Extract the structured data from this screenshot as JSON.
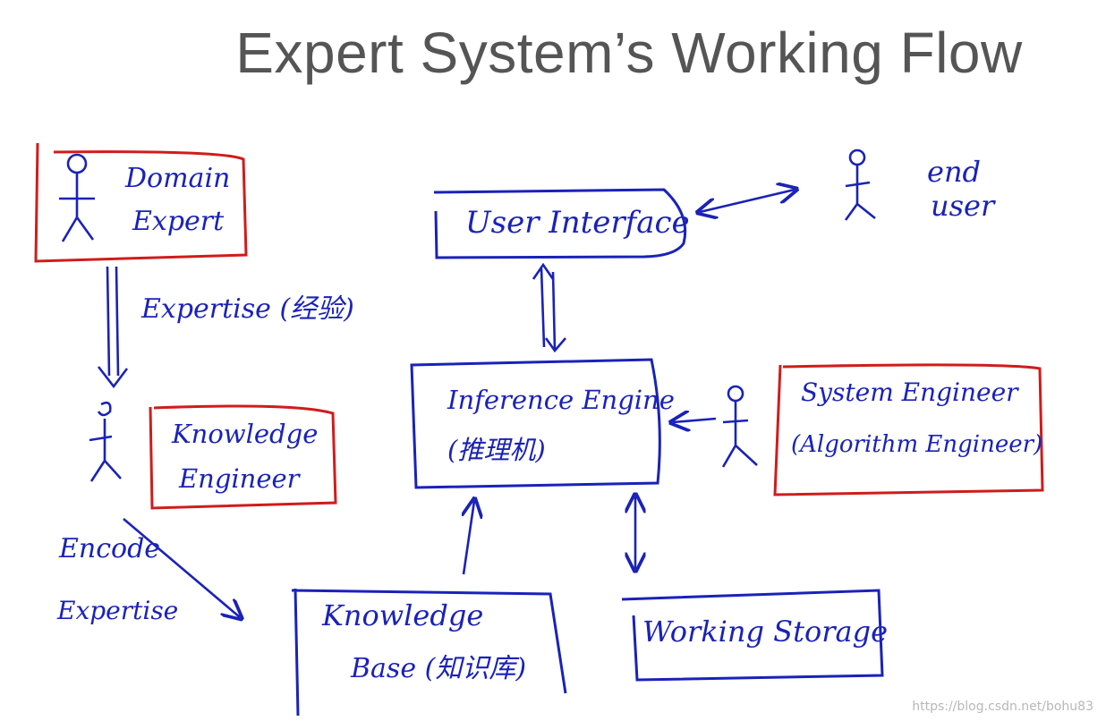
{
  "title": "Expert System’s Working Flow",
  "labels": {
    "domain_expert": [
      "Domain",
      "Expert"
    ],
    "expertise": "Expertise (经验)",
    "knowledge_engineer": [
      "Knowledge",
      "Engineer"
    ],
    "encode_expertise": [
      "Encode",
      "Expertise"
    ],
    "user_interface": "User Interface",
    "end_user": [
      "end",
      "user"
    ],
    "inference_engine": [
      "Inference Engine",
      "(推理机)"
    ],
    "system_engineer": [
      "System Engineer",
      "(Algorithm Engineer)"
    ],
    "knowledge_base": [
      "Knowledge",
      "Base (知识库)"
    ],
    "working_storage": "Working Storage"
  },
  "watermark": "https://blog.csdn.net/bohu83",
  "colors": {
    "ink": "#1a22b8",
    "highlight": "#d01c1c",
    "title": "#555555"
  }
}
